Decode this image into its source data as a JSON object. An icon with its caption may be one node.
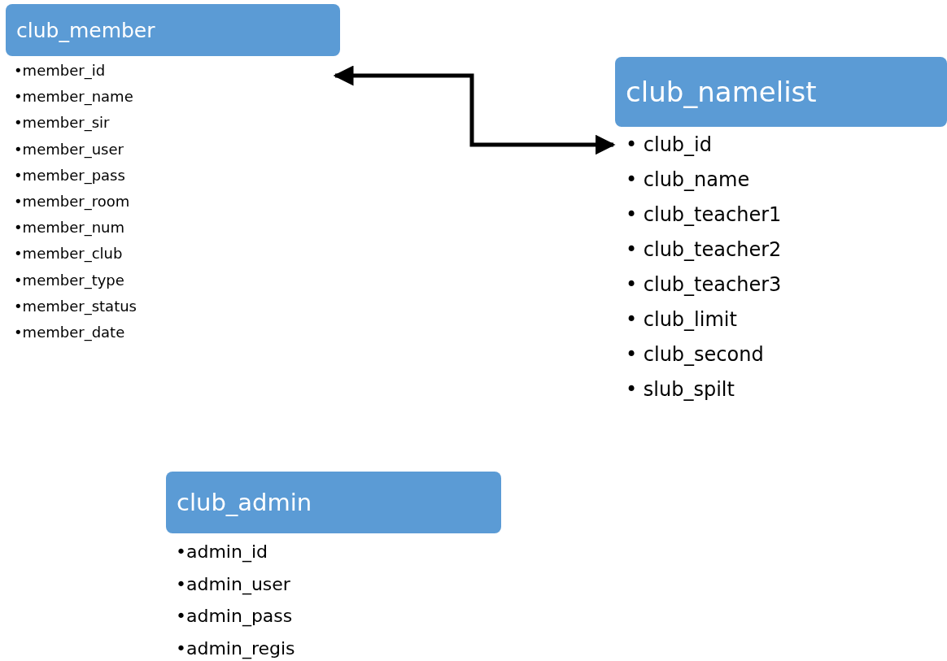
{
  "diagram": {
    "nodes": [
      {
        "text": [
          "club_member"
        ],
        "beside": [
          "•member_id",
          "•member_name",
          "•member_sir",
          "•member_user",
          "•member_pass",
          "•member_room",
          "•member_num",
          "•member_club",
          "•member_type",
          "•member_status",
          "•member_date"
        ]
      },
      {
        "text": [
          "club_namelist"
        ],
        "beside": [
          "• club_id",
          "• club_name",
          "• club_teacher1",
          "• club_teacher2",
          "• club_teacher3",
          "• club_limit",
          "• club_second",
          "• slub_spilt"
        ]
      },
      {
        "text": [
          "club_admin"
        ],
        "beside": [
          "•admin_id",
          "•admin_user",
          "•admin_pass",
          "•admin_regis"
        ]
      }
    ],
    "edges": [
      {
        "from": 0,
        "to": 1,
        "arrow": "both"
      }
    ]
  }
}
